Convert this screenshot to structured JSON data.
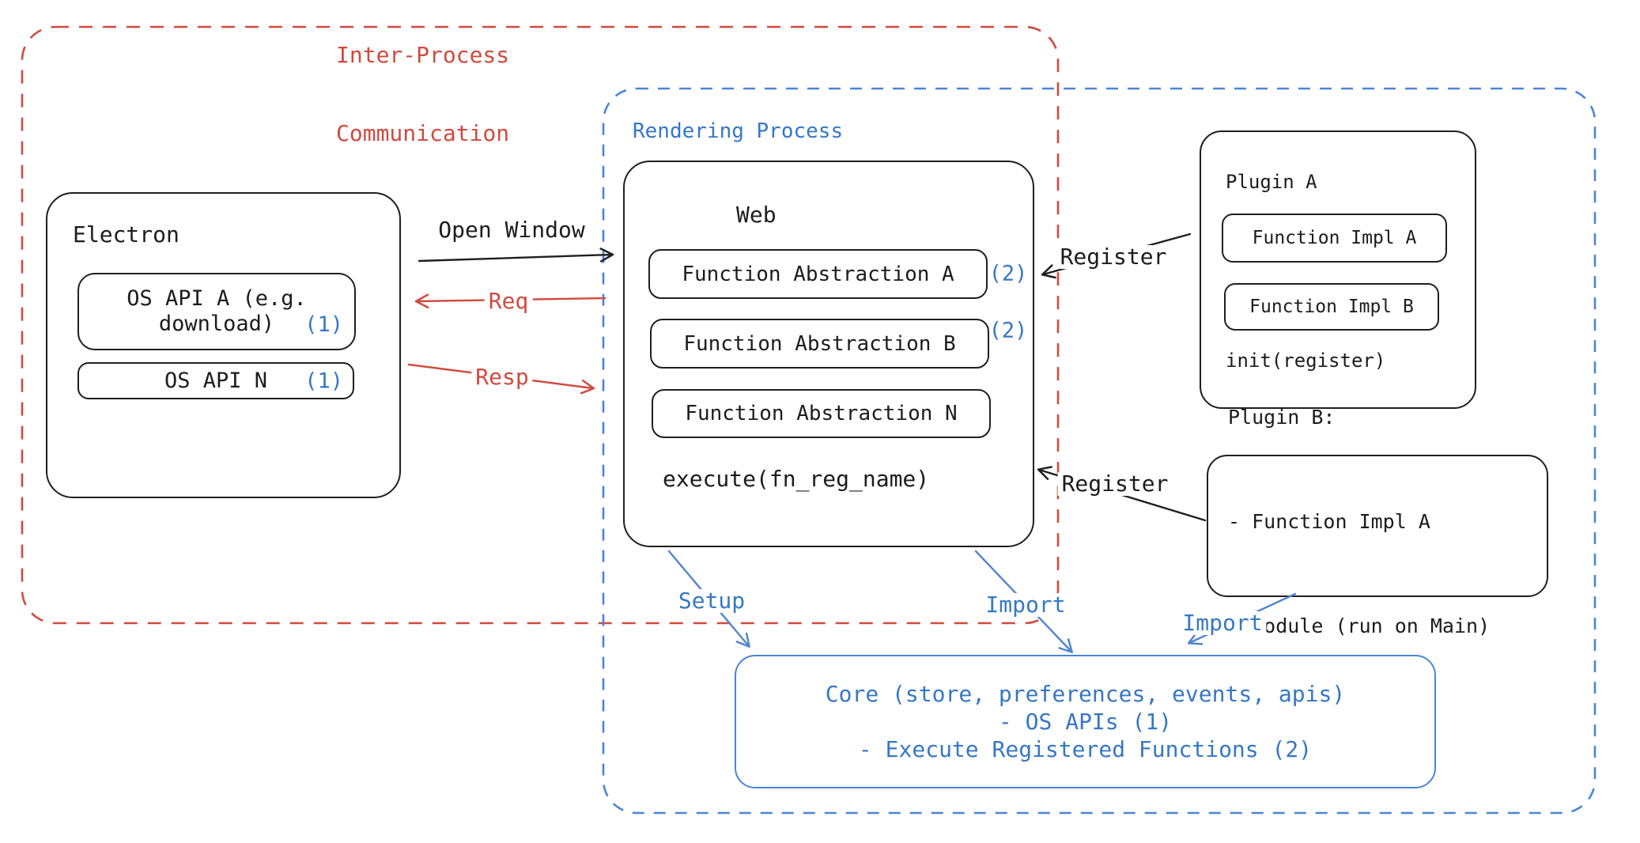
{
  "colors": {
    "red": "#d14a3e",
    "blue_text": "#3677c6",
    "blue_border": "#4a86d5",
    "blue_arrow": "#5285cf",
    "black": "#1f1f1f"
  },
  "regions": {
    "ipc": {
      "label_line1": "Inter-Process",
      "label_line2": "Communication"
    },
    "rendering": {
      "label": "Rendering Process"
    }
  },
  "electron": {
    "title": "Electron",
    "os_api_a_line1": "OS API A (e.g.",
    "os_api_a_line2": "download)",
    "os_api_a_badge": "(1)",
    "os_api_n_label": "OS API N",
    "os_api_n_badge": "(1)"
  },
  "web": {
    "title": "Web",
    "fn_a_label": "Function Abstraction A",
    "fn_a_badge": "(2)",
    "fn_b_label": "Function Abstraction B",
    "fn_b_badge": "(2)",
    "fn_n_label": "Function Abstraction N",
    "execute_label": "execute(fn_reg_name)"
  },
  "plugin_a": {
    "title": "Plugin A",
    "impl_a_label": "Function Impl A",
    "impl_b_label": "Function Impl B",
    "init_label": "init(register)"
  },
  "plugin_b": {
    "line1": "Plugin B:",
    "line2": "- Function Impl A",
    "line3": "- Module (run on Main)"
  },
  "core": {
    "line1": "Core (store, preferences, events, apis)",
    "line2": "- OS APIs (1)",
    "line3": "- Execute Registered Functions (2)"
  },
  "arrow_labels": {
    "open_window": "Open Window",
    "req": "Req",
    "resp": "Resp",
    "register_a": "Register",
    "register_b": "Register",
    "setup": "Setup",
    "import_web": "Import",
    "import_plugin": "Import"
  }
}
